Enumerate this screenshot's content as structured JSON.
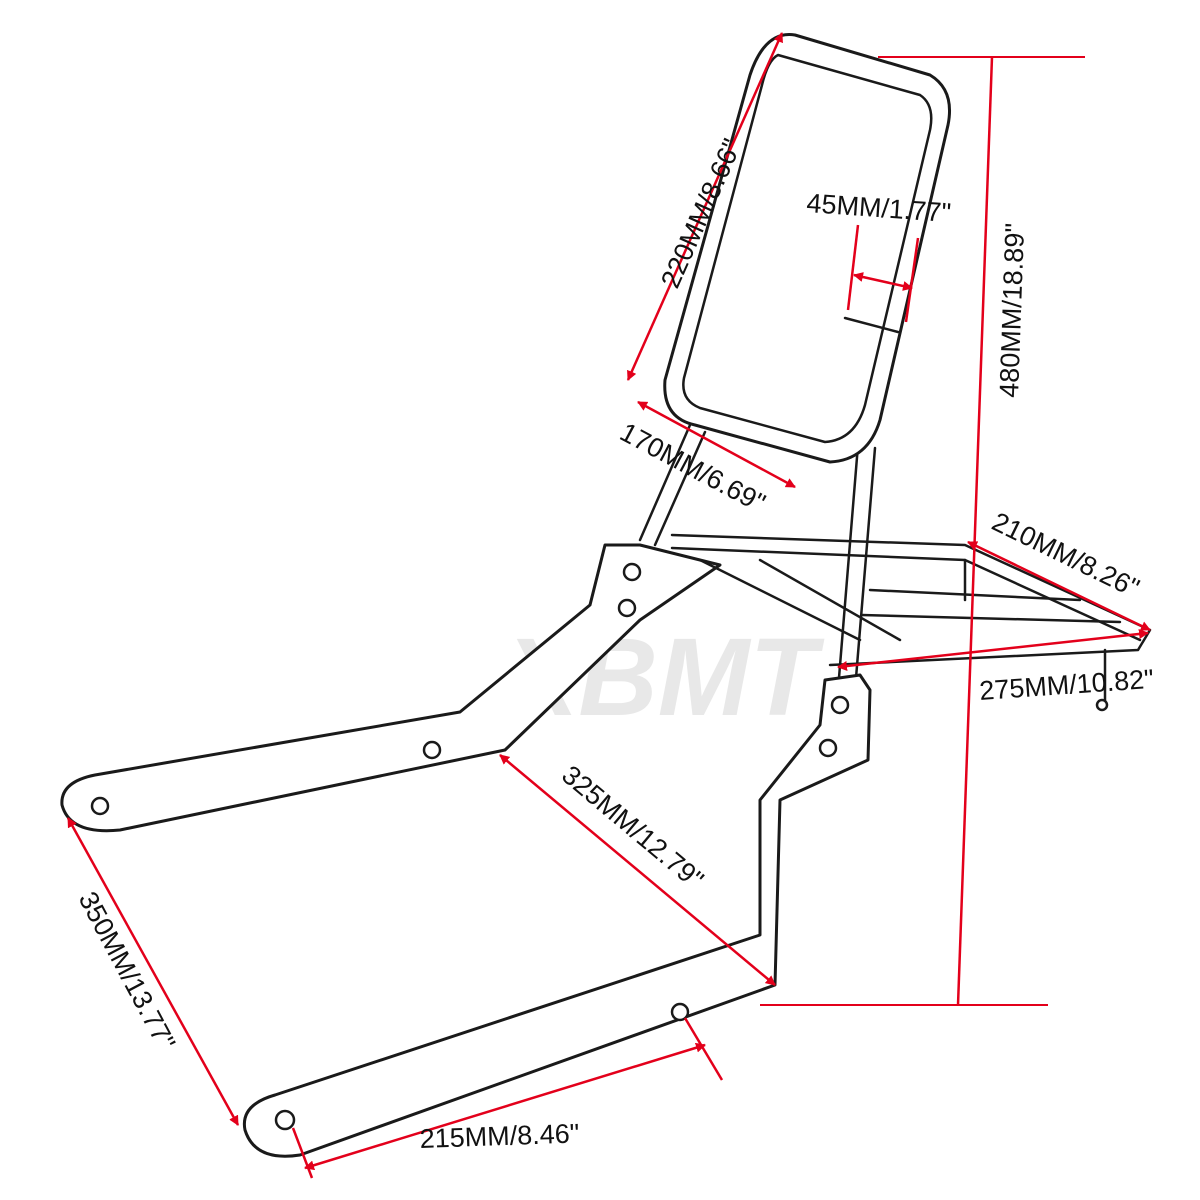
{
  "watermark": "XBMT",
  "dimensions": {
    "pad_height": "220MM/8.66\"",
    "pad_thickness": "45MM/1.77\"",
    "pad_width": "170MM/6.69\"",
    "total_height": "480MM/18.89\"",
    "rack_width": "210MM/8.26\"",
    "rack_length": "275MM/10.82\"",
    "side_bar_upper": "325MM/12.79\"",
    "side_bar_lower": "350MM/13.77\"",
    "mount_spacing": "215MM/8.46\""
  }
}
